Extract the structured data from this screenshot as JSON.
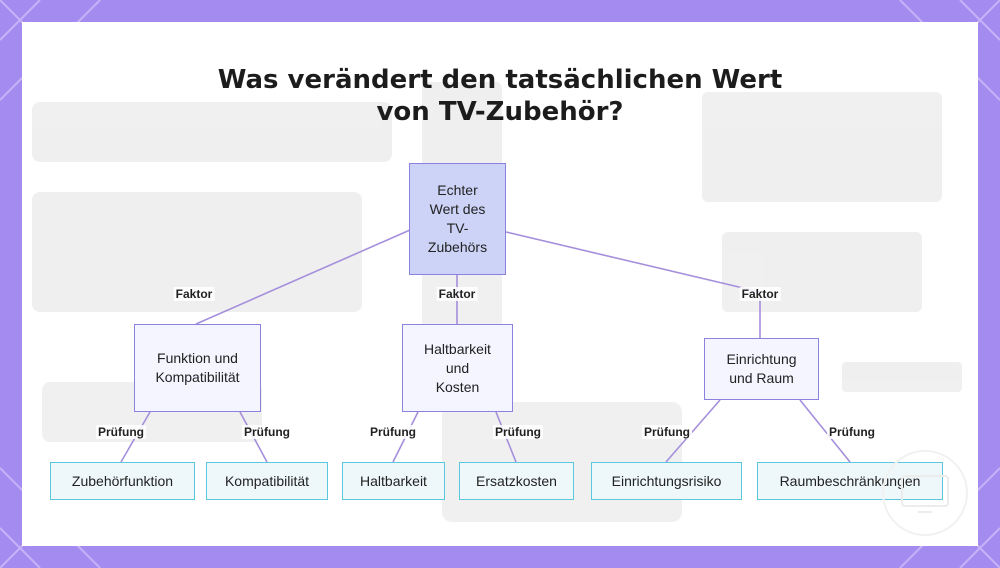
{
  "title_line1": "Was verändert den tatsächlichen Wert",
  "title_line2": "von TV-Zubehör?",
  "root": {
    "label": "Echter\nWert des\nTV-\nZubehörs"
  },
  "factor_label": "Faktor",
  "check_label": "Prüfung",
  "factors": [
    {
      "label": "Funktion und\nKompatibilität",
      "checks": [
        "Zubehörfunktion",
        "Kompatibilität"
      ]
    },
    {
      "label": "Haltbarkeit\nund\nKosten",
      "checks": [
        "Haltbarkeit",
        "Ersatzkosten"
      ]
    },
    {
      "label": "Einrichtung\nund Raum",
      "checks": [
        "Einrichtungsrisiko",
        "Raumbeschränkungen"
      ]
    }
  ],
  "colors": {
    "frame": "#a48bf0",
    "card": "#ffffff",
    "edge": "#a58fdc",
    "root_fill": "#ccd3f7",
    "mid_fill": "#f4f5fe",
    "leaf_fill": "#eef8fb",
    "leaf_border": "#5cc7dd"
  }
}
